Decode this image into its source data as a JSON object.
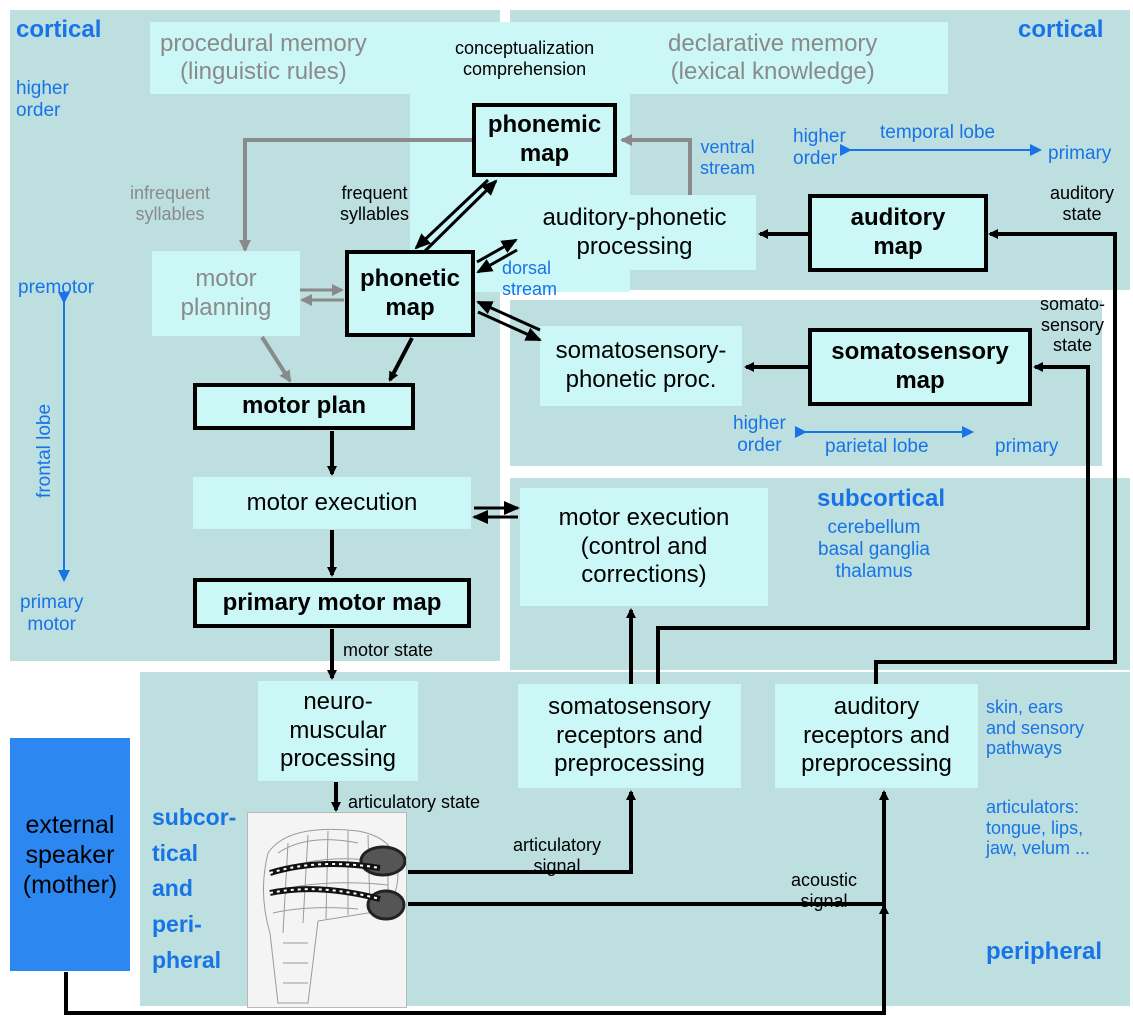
{
  "regions": {
    "cortical_left": "cortical",
    "cortical_right": "cortical",
    "subcortical": "subcortical",
    "subcortical_list": "cerebellum\nbasal ganglia\nthalamus",
    "subcortical_peripheral": "subcor-\ntical\nand\nperi-\npheral",
    "peripheral": "peripheral"
  },
  "memory": {
    "procedural": "procedural memory\n(linguistic rules)",
    "declarative": "declarative memory\n(lexical knowledge)",
    "conceptualization": "conceptualization\ncomprehension"
  },
  "axis_labels": {
    "higher_order_left": "higher\norder",
    "premotor": "premotor",
    "frontal_lobe": "frontal lobe",
    "primary_motor": "primary\nmotor",
    "temporal_higher_order": "higher\norder",
    "temporal_lobe": "temporal lobe",
    "temporal_primary": "primary",
    "parietal_higher_order": "higher\norder",
    "parietal_lobe": "parietal lobe",
    "parietal_primary": "primary"
  },
  "nodes": {
    "phonemic_map": "phonemic\nmap",
    "phonetic_map": "phonetic\nmap",
    "motor_planning": "motor\nplanning",
    "motor_plan": "motor plan",
    "motor_execution": "motor execution",
    "motor_execution_control": "motor execution\n(control and\ncorrections)",
    "primary_motor_map": "primary motor map",
    "auditory_phonetic": "auditory-phonetic\nprocessing",
    "somatosensory_phonetic": "somatosensory-\nphonetic proc.",
    "auditory_map": "auditory\nmap",
    "somatosensory_map": "somatosensory\nmap",
    "neuromuscular": "neuro-\nmuscular\nprocessing",
    "somatosensory_receptors": "somatosensory\nreceptors and\npreprocessing",
    "auditory_receptors": "auditory\nreceptors and\npreprocessing",
    "external_speaker": "external\nspeaker\n(mother)"
  },
  "edge_labels": {
    "infrequent": "infrequent\nsyllables",
    "frequent": "frequent\nsyllables",
    "ventral": "ventral\nstream",
    "dorsal": "dorsal\nstream",
    "auditory_state": "auditory\nstate",
    "somato_state": "somato-\nsensory\nstate",
    "motor_state": "motor state",
    "articulatory_state": "articulatory state",
    "articulatory_signal": "articulatory\nsignal",
    "acoustic_signal": "acoustic\nsignal"
  },
  "annotations": {
    "sensory_pathways": "skin, ears\nand sensory\npathways",
    "articulators": "articulators:\ntongue, lips,\njaw, velum ..."
  },
  "colors": {
    "region": "#bddfe0",
    "box": "#ccf7f7",
    "blue_text": "#1874e6",
    "grey_text": "#8a8a8a",
    "speaker": "#2d87f0"
  }
}
